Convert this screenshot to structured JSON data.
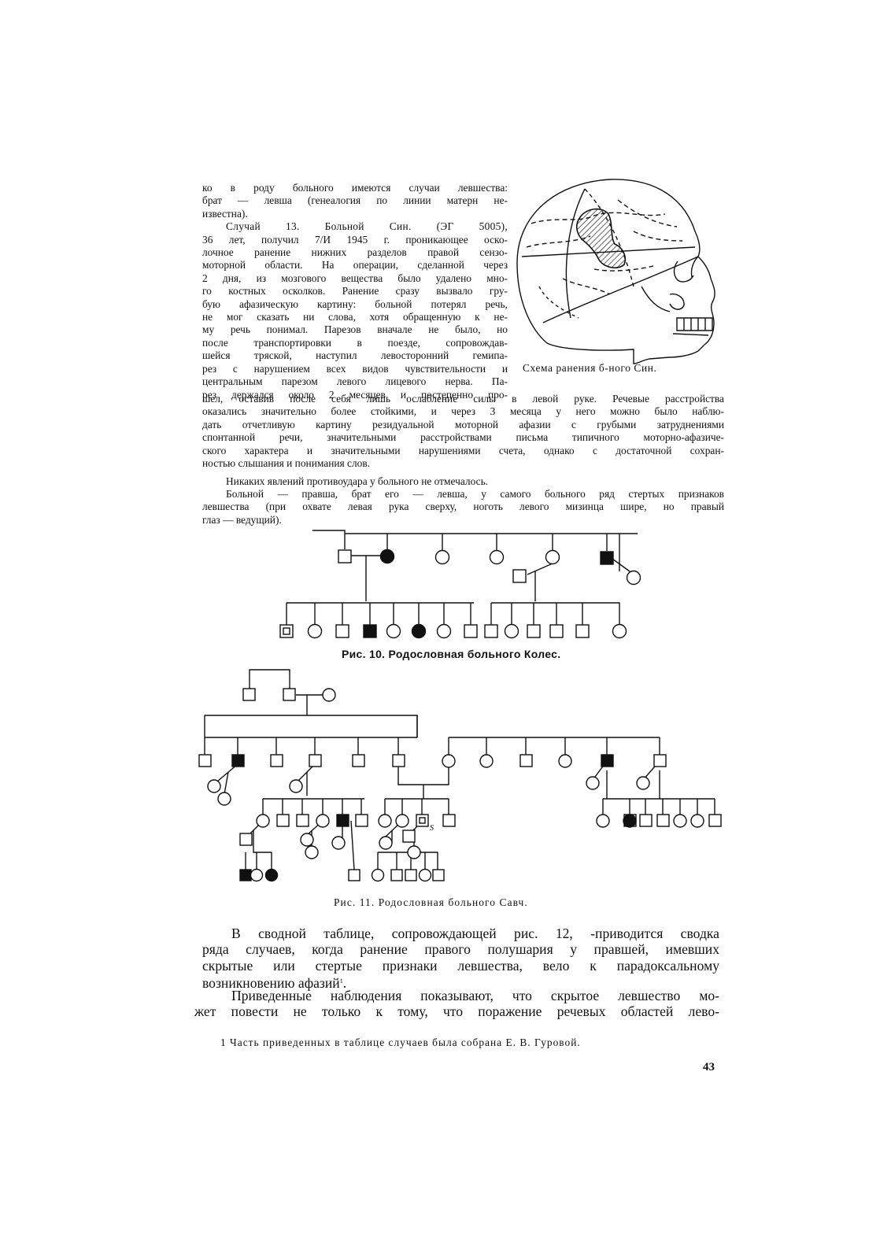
{
  "intro_lines": [
    "ко в роду больного имеются случаи левшества:",
    "брат — левша (генеалогия по линии матерн не-",
    "известна)."
  ],
  "case_lines": [
    "Случай 13. Больной Син. (ЭГ 5005),",
    "36 лет, получил 7/И 1945 г. проникающее оско-",
    "лочное ранение нижних разделов правой сензо-",
    "моторной области. На операции, сделанной через",
    "2 дня, из мозгового вещества было удалено мно-",
    "го костных осколков. Ранение сразу вызвало гру-",
    "бую афазическую картину: больной потерял речь,",
    "не мог сказать ни слова, хотя обращенную к не-",
    "му речь понимал. Парезов вначале не было, но",
    "после транспортировки в поезде, сопровождав-",
    "шейся тряской, наступил левосторонний гемипа-",
    "рез с нарушением всех видов чувствительности и",
    "центральным парезом левого лицевого нерва. Па-",
    "рез держался около 2 месяцев и постепенно про-"
  ],
  "full_lines": [
    "шел, оставив после себя лишь ослабление силы в левой руке. Речевые расстройства",
    "оказались значительно более стойкими, и через 3 месяца у него можно было наблю-",
    "дать отчетливую картину резидуальной моторной афазии с грубыми затруднениями",
    "спонтанной речи, значительными расстройствами письма типичного моторно-афазиче-",
    "ского характера и значительными нарушениями счета, однако с достаточной сохран-",
    "ностью слышания и понимания слов."
  ],
  "para2_line": "Никаких явлений противоудара у больного не отмечалось.",
  "para3_lines": [
    "Больной — правша, брат его — левша, у самого больного ряд стертых признаков",
    "левшества (при охвате левая рука сверху, ноготь левого мизинца шире, но правый",
    "глаз — ведущий)."
  ],
  "skull_caption": "Схема ранения б-ного Син.",
  "fig10_caption": "Рис. 10. Родословная больного Колес.",
  "fig11_caption": "Рис. 11. Родословная больного Савч.",
  "fig11_mark": "S",
  "big_para1_lines": [
    "В сводной таблице, сопровождающей рис. 12, -приводится сводка",
    "ряда случаев, когда ранение правого полушария у правшей, имевших",
    "скрытые или стертые признаки левшества, вело к парадоксальному",
    "возникновению афазий"
  ],
  "footnote_ref": "1",
  "big_para2_lines": [
    "Приведенные наблюдения показывают, что скрытое левшество мо-",
    "жет повести не только к тому, что поражение речевых областей лево-"
  ],
  "footnote": "1 Часть приведенных в таблице случаев была собрана Е. В. Гуровой.",
  "page_number": "43"
}
